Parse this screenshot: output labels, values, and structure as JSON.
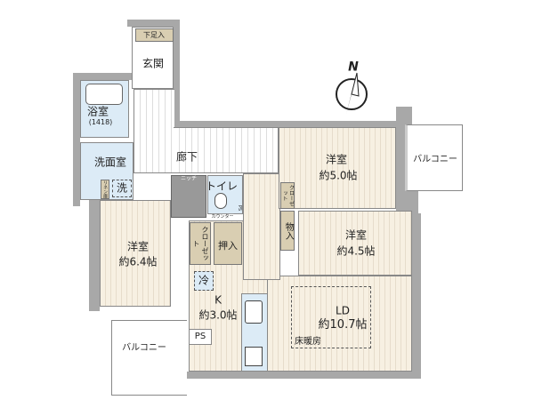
{
  "rooms": {
    "geta": "下足入",
    "entrance": "玄関",
    "bath": "浴室",
    "bath_size": "(1418)",
    "washroom": "洗面室",
    "washer": "洗",
    "hallway": "廊下",
    "niche": "ニッチ",
    "toilet": "トイレ",
    "counter": "カウンター",
    "ps_small": "PS",
    "closet_a": "クローゼット",
    "oshiire": "押入",
    "storage": "物入",
    "closet_b": "クローゼット",
    "linen": "リネン庫",
    "western1": "洋室",
    "western1_size": "約6.4帖",
    "western2": "洋室",
    "western2_size": "約5.0帖",
    "western3": "洋室",
    "western3_size": "約4.5帖",
    "fridge": "冷",
    "kitchen": "K",
    "kitchen_size": "約3.0帖",
    "ld": "LD",
    "ld_size": "約10.7帖",
    "floor_heating": "床暖房",
    "ps": "PS",
    "balcony_right": "バルコニー",
    "balcony_left": "バルコニー"
  },
  "compass": {
    "label": "N"
  }
}
